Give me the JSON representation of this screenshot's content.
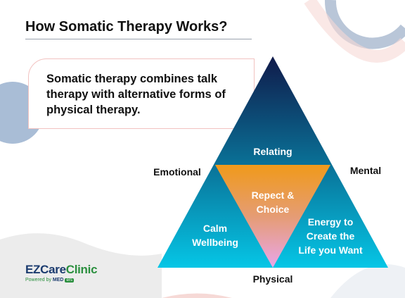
{
  "title": "How Somatic Therapy Works?",
  "callout": "Somatic therapy combines talk therapy with alternative forms of physical therapy.",
  "diagram": {
    "corner_labels": {
      "left": "Emotional",
      "right": "Mental",
      "bottom": "Physical"
    },
    "sections": {
      "top": "Relating",
      "center": [
        "Repect &",
        "Choice"
      ],
      "bottom_left": [
        "Calm",
        "Wellbeing"
      ],
      "bottom_right": [
        "Energy to",
        "Create the",
        "Life you Want"
      ]
    }
  },
  "logo": {
    "brand_part1": "EZ",
    "brand_part2": "Care",
    "brand_part3": "Clinic",
    "powered_by": "Powered by",
    "med": "MED",
    "med_box": "ers"
  },
  "colors": {
    "triangle_top": "#101a4a",
    "triangle_bottom": "#05c6e6",
    "inner_top": "#f09a1a",
    "inner_bottom": "#e9a6e9",
    "accent_pink": "#f2c2c0",
    "accent_blue": "#9fb3cc"
  }
}
